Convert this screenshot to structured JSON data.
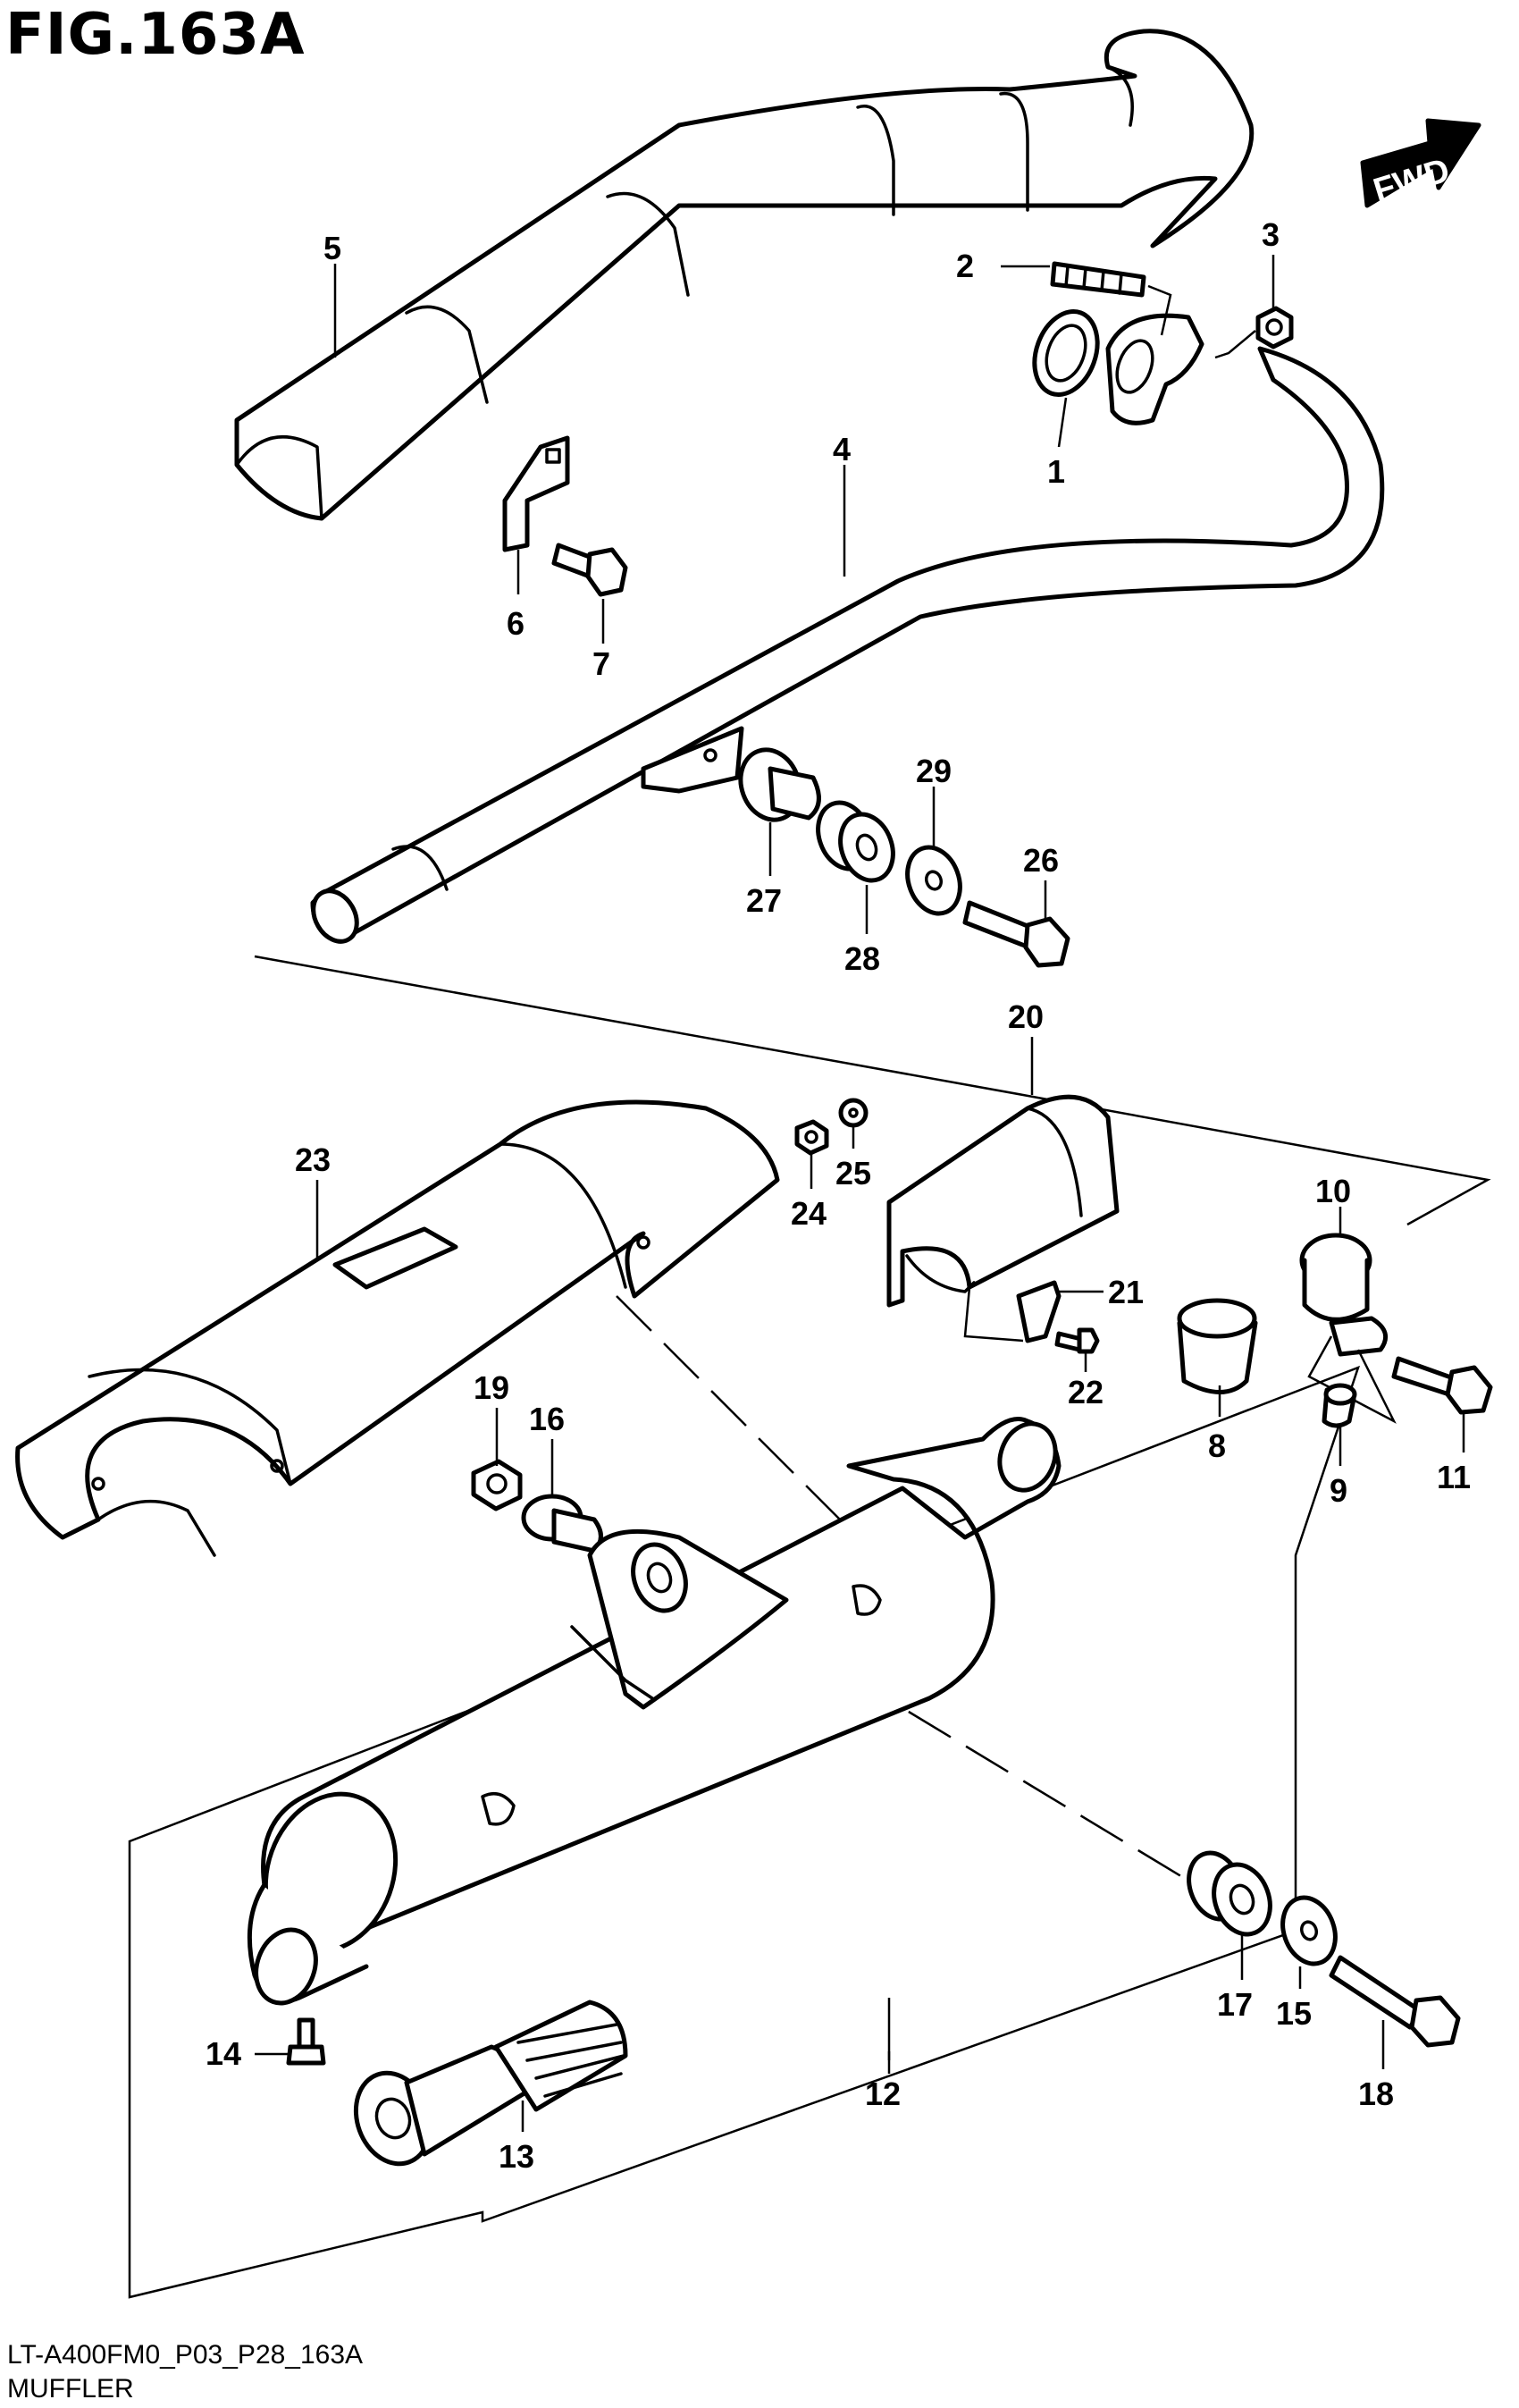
{
  "figure": {
    "title": "FIG.163A",
    "code": "LT-A400FM0_P03_P28_163A",
    "name": "MUFFLER",
    "fwd_label": "FWD"
  },
  "callouts": [
    {
      "id": "c1",
      "label": "1"
    },
    {
      "id": "c2",
      "label": "2"
    },
    {
      "id": "c3",
      "label": "3"
    },
    {
      "id": "c4",
      "label": "4"
    },
    {
      "id": "c5",
      "label": "5"
    },
    {
      "id": "c6",
      "label": "6"
    },
    {
      "id": "c7",
      "label": "7"
    },
    {
      "id": "c8",
      "label": "8"
    },
    {
      "id": "c9",
      "label": "9"
    },
    {
      "id": "c10",
      "label": "10"
    },
    {
      "id": "c11",
      "label": "11"
    },
    {
      "id": "c12",
      "label": "12"
    },
    {
      "id": "c13",
      "label": "13"
    },
    {
      "id": "c14",
      "label": "14"
    },
    {
      "id": "c15",
      "label": "15"
    },
    {
      "id": "c16",
      "label": "16"
    },
    {
      "id": "c17",
      "label": "17"
    },
    {
      "id": "c18",
      "label": "18"
    },
    {
      "id": "c19",
      "label": "19"
    },
    {
      "id": "c20",
      "label": "20"
    },
    {
      "id": "c21",
      "label": "21"
    },
    {
      "id": "c22",
      "label": "22"
    },
    {
      "id": "c23",
      "label": "23"
    },
    {
      "id": "c24",
      "label": "24"
    },
    {
      "id": "c25",
      "label": "25"
    },
    {
      "id": "c26",
      "label": "26"
    },
    {
      "id": "c27",
      "label": "27"
    },
    {
      "id": "c28",
      "label": "28"
    },
    {
      "id": "c29",
      "label": "29"
    }
  ]
}
